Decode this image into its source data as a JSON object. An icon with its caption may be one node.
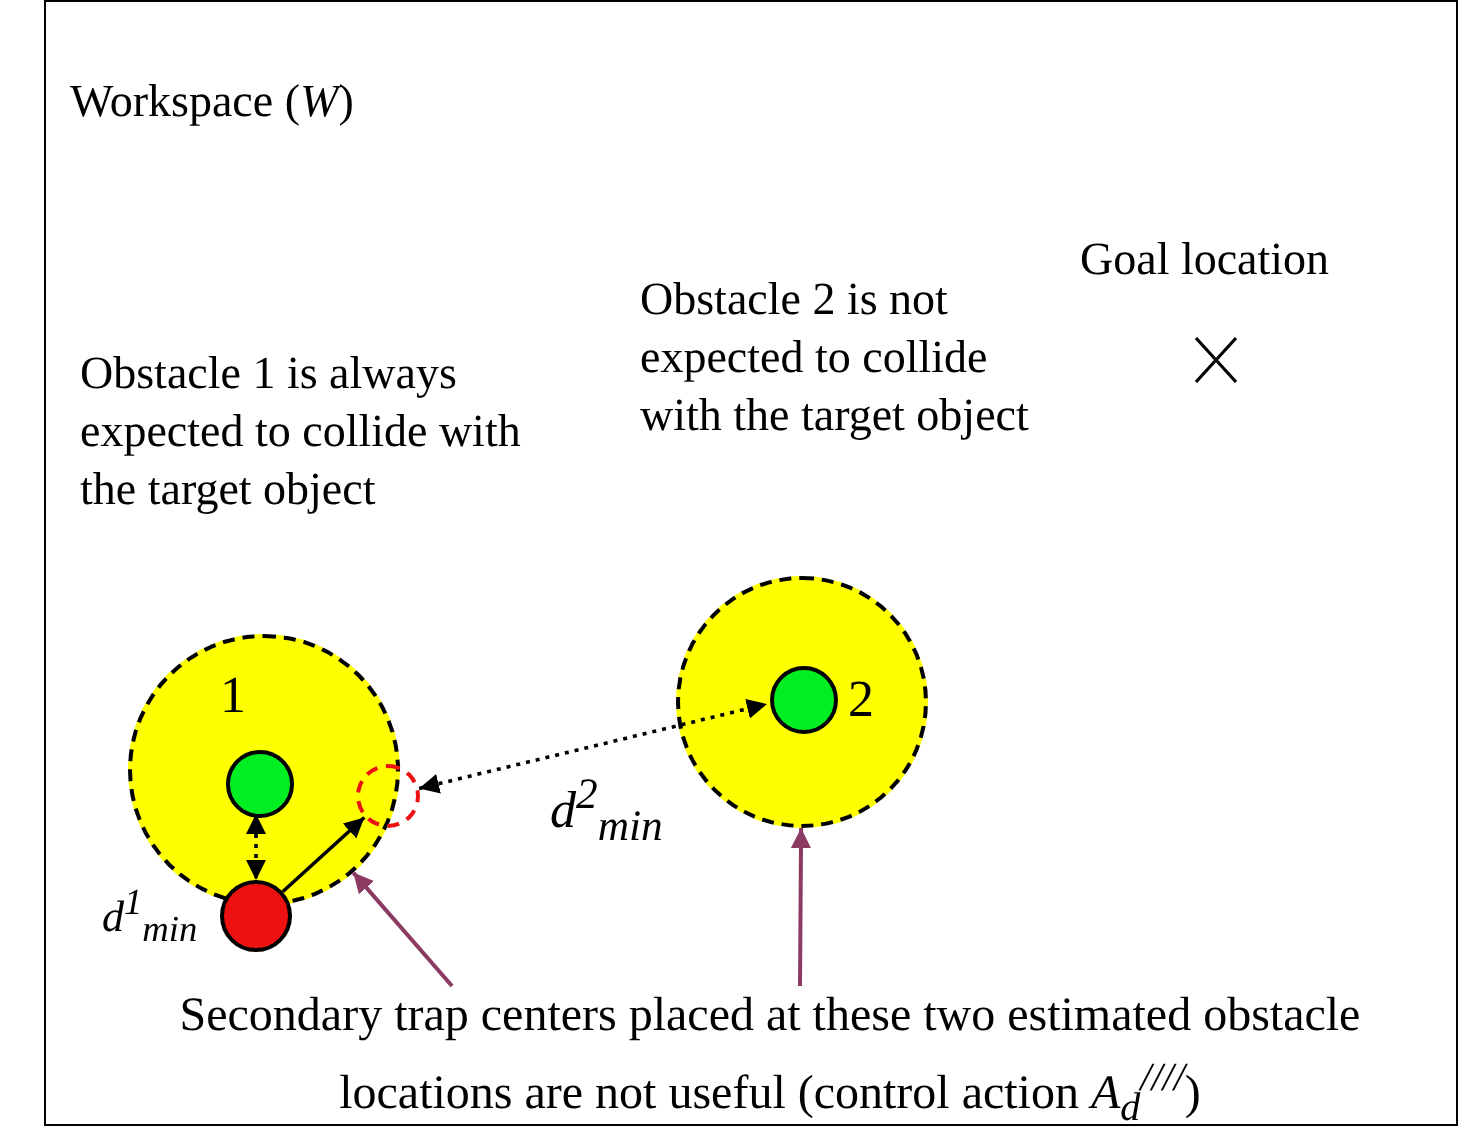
{
  "diagram": {
    "nodes": [
      {
        "text": [
          "Workspace (*W*)"
        ]
      },
      {
        "text": [],
        "shape": "circle",
        "in": 0
      },
      {
        "text": [],
        "shape": "circle",
        "in": 1,
        "beside": [
          "1"
        ]
      },
      {
        "text": [],
        "shape": "circle",
        "in": 0
      },
      {
        "text": [],
        "shape": "circle",
        "in": 0
      },
      {
        "text": [],
        "shape": "circle",
        "in": 0
      },
      {
        "text": [],
        "shape": "circle",
        "in": 5,
        "beside": [
          "2"
        ]
      },
      {
        "text": [
          "Secondary trap centers placed at these two estimated obstacle locations are not useful (control action *A*$_{d}$$^{////}$)"
        ],
        "in": 0
      },
      {
        "text": [
          "Goal location"
        ],
        "in": 0
      }
    ],
    "edges": [
      {
        "from": 3,
        "to": 4,
        "arrow": "to"
      },
      {
        "from": 2,
        "to": 3,
        "arrow": "both",
        "style": "dashed",
        "label": "d$^{1}$$_{min}$"
      },
      {
        "from": 4,
        "to": 6,
        "arrow": "both",
        "style": "dashed",
        "label": "d$^{2}$$_{min}$"
      },
      {
        "from": 7,
        "to": 1,
        "arrow": "to",
        "color": "#8b3a62"
      },
      {
        "from": 7,
        "to": 5,
        "arrow": "to",
        "color": "#8b3a62"
      }
    ],
    "labels": [
      "Obstacle 1 is always expected to collide with the target object",
      "Obstacle 2 is not expected to collide with the target object"
    ]
  }
}
